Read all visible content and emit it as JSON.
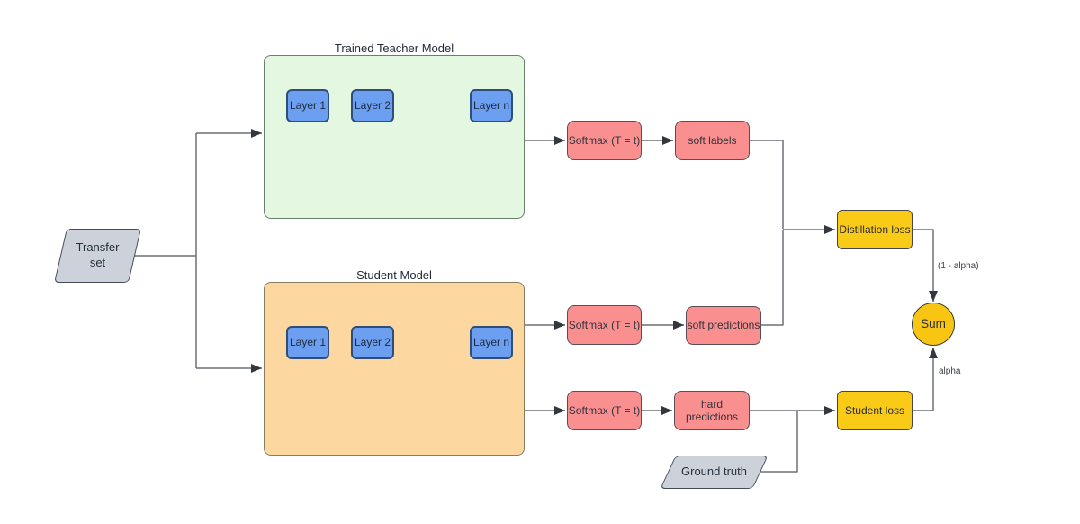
{
  "diagram": {
    "teacher": {
      "title": "Trained Teacher Model",
      "layers": [
        "Layer 1",
        "Layer 2",
        "Layer n"
      ]
    },
    "student": {
      "title": "Student Model",
      "layers": [
        "Layer 1",
        "Layer 2",
        "Layer n"
      ]
    },
    "nodes": {
      "transfer_set": "Transfer set",
      "teacher_softmax": "Softmax (T = t)",
      "soft_labels": "soft labels",
      "student_softmax_soft": "Softmax (T = t)",
      "soft_predictions": "soft predictions",
      "student_softmax_hard": "Softmax (T = t)",
      "hard_predictions": "hard predictions",
      "distillation_loss": "Distillation loss",
      "student_loss": "Student loss",
      "sum": "Sum",
      "ground_truth": "Ground truth"
    },
    "edge_labels": {
      "distillation_weight": "(1 - alpha)",
      "student_weight": "alpha"
    },
    "colors": {
      "teacher_fill": "#E4F7E1",
      "student_fill": "#FCD8A0",
      "layer_fill": "#6C9FF0",
      "process_fill": "#F9908F",
      "loss_fill": "#F9CB16",
      "data_fill": "#CDD2DA",
      "line": "#6B7077",
      "arrowhead": "#33383E",
      "text": "#232B38"
    }
  }
}
